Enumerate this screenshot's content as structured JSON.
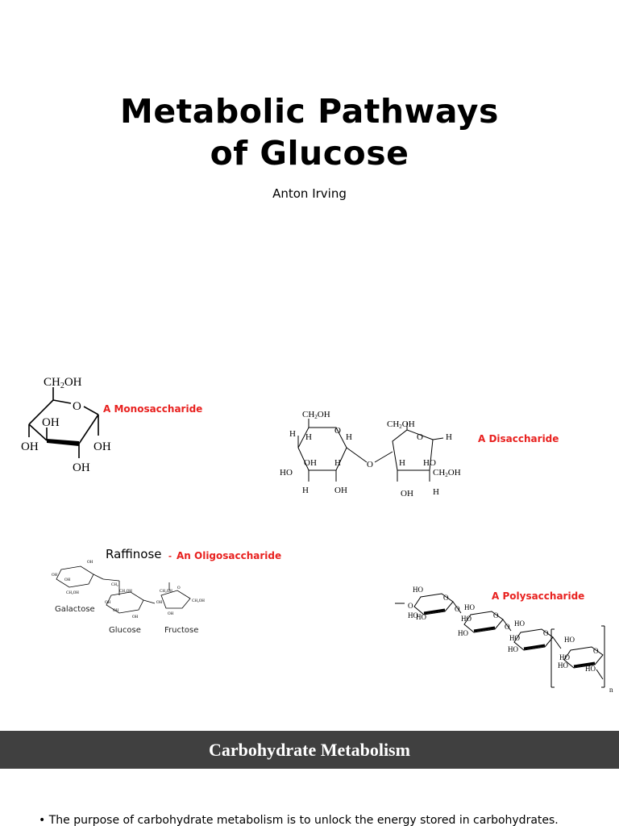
{
  "slide": {
    "title_line1": "Metabolic Pathways",
    "title_line2": "of Glucose",
    "author": "Anton Irving"
  },
  "labels": {
    "monosaccharide": "A Monosaccharide",
    "disaccharide": "A Disaccharide",
    "oligosaccharide": "An Oligosaccharide",
    "polysaccharide": "A Polysaccharide",
    "raffinose": "Raffinose",
    "galactose": "Galactose",
    "glucose": "Glucose",
    "fructose": "Fructose"
  },
  "colors": {
    "accent_red": "#e8211f",
    "banner_bg": "#404040"
  },
  "section": {
    "heading": "Carbohydrate Metabolism"
  },
  "bullets": [
    "The purpose of carbohydrate metabolism is to unlock the energy stored in carbohydrates."
  ]
}
